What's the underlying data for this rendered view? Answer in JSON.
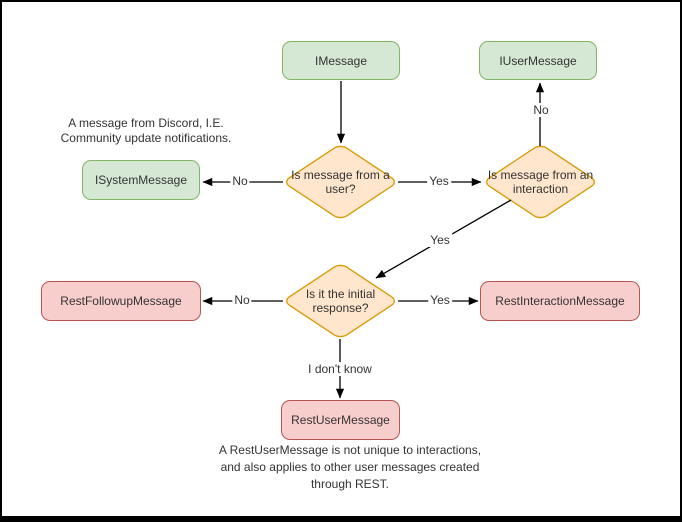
{
  "nodes": {
    "imessage": {
      "label": "IMessage",
      "kind": "interface"
    },
    "iusermessage": {
      "label": "IUserMessage",
      "kind": "interface"
    },
    "isystemmessage": {
      "label": "ISystemMessage",
      "kind": "interface"
    },
    "decision_from_user": {
      "label": "Is message from a user?",
      "kind": "decision"
    },
    "decision_from_interaction": {
      "label": "Is message from an interaction",
      "kind": "decision"
    },
    "decision_initial_response": {
      "label": "Is it the initial response?",
      "kind": "decision"
    },
    "restfollowupmessage": {
      "label": "RestFollowupMessage",
      "kind": "rest"
    },
    "restinteractionmessage": {
      "label": "RestInteractionMessage",
      "kind": "rest"
    },
    "restusermessage": {
      "label": "RestUserMessage",
      "kind": "rest"
    }
  },
  "edge_labels": {
    "from_user_no": "No",
    "from_user_yes": "Yes",
    "from_interaction_no": "No",
    "from_interaction_yes": "Yes",
    "initial_no": "No",
    "initial_yes": "Yes",
    "initial_unknown": "I don't know"
  },
  "annotations": {
    "system_message_note": "A message from Discord, I.E.\nCommunity update notifications.",
    "rest_user_note": "A RestUserMessage is not unique to interactions,\nand also applies to other user messages created\nthrough REST."
  },
  "colors": {
    "interface_fill": "#d5e8d4",
    "interface_border": "#82b366",
    "decision_fill": "#ffe6cc",
    "decision_border": "#d79b00",
    "rest_fill": "#f8cecc",
    "rest_border": "#b85450",
    "edge": "#000000",
    "text": "#333333",
    "background": "#ffffff",
    "frame": "#000000"
  }
}
